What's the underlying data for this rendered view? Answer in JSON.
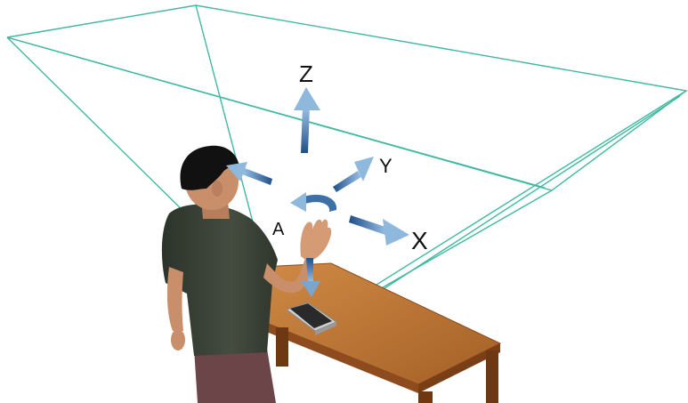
{
  "axes": {
    "z": {
      "label": "Z"
    },
    "y": {
      "label": "Y"
    },
    "x": {
      "label": "X"
    },
    "a": {
      "label": "A"
    }
  },
  "colors": {
    "frustum": "#3fb9a0",
    "arrow_light": "#8fb8dd",
    "arrow_dark": "#1f4f8a",
    "table_top": "#c07838",
    "table_edge": "#8a4a1c",
    "shirt": "#3a4236",
    "skin": "#c98f6a",
    "hair": "#111111",
    "pants": "#6b4548",
    "device": "#2a2a2a"
  }
}
